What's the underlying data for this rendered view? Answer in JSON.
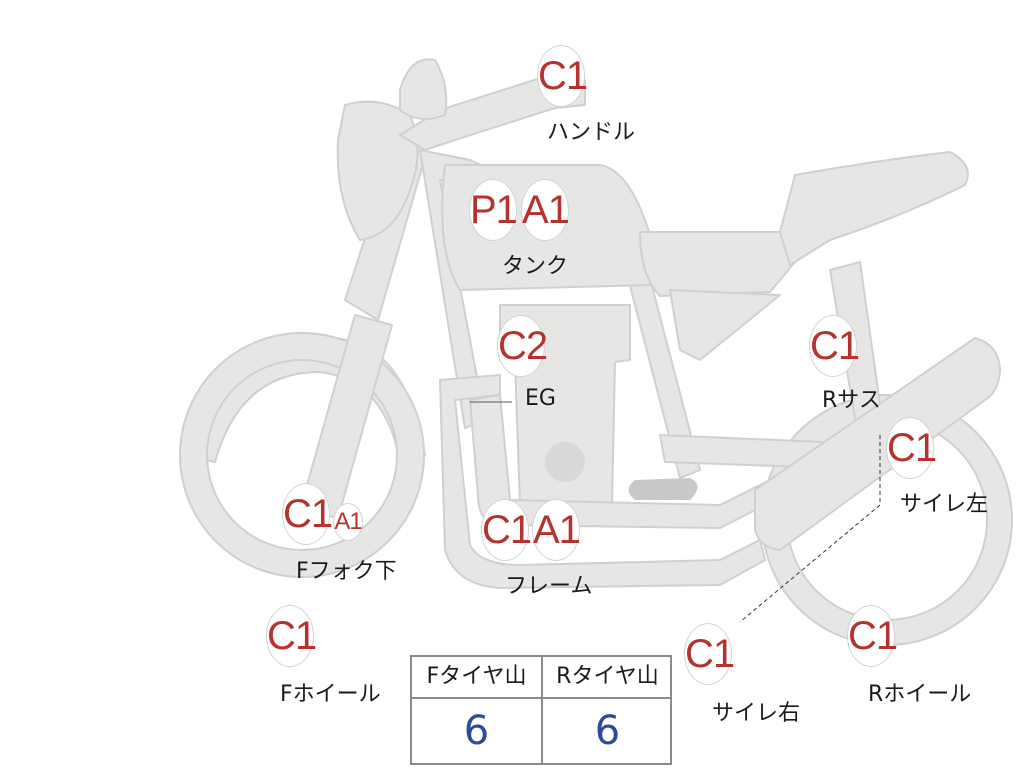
{
  "checkpoints": {
    "handle": {
      "badges": [
        "C1"
      ],
      "label": "ハンドル"
    },
    "tank": {
      "badges": [
        "P1",
        "A1"
      ],
      "label": "タンク"
    },
    "engine": {
      "badges": [
        "C2"
      ],
      "label": "EG"
    },
    "rear_susp": {
      "badges": [
        "C1"
      ],
      "label": "Rサス"
    },
    "muffler_l": {
      "badges": [
        "C1"
      ],
      "label": "サイレ左"
    },
    "fork_lower": {
      "badges": [
        "C1",
        "A1"
      ],
      "label": "Fフォク下"
    },
    "frame": {
      "badges": [
        "C1",
        "A1"
      ],
      "label": "フレーム"
    },
    "f_wheel": {
      "badges": [
        "C1"
      ],
      "label": "Fホイール"
    },
    "muffler_r": {
      "badges": [
        "C1"
      ],
      "label": "サイレ右"
    },
    "r_wheel": {
      "badges": [
        "C1"
      ],
      "label": "Rホイール"
    }
  },
  "tread": {
    "front_header": "Fタイヤ山",
    "rear_header": "Rタイヤ山",
    "front_value": "6",
    "rear_value": "6"
  },
  "colors": {
    "badge_text": "#b5322f",
    "value_text": "#2b4a9a",
    "bike_fill": "#e6e6e4",
    "bike_outline": "#c8c8c6"
  }
}
